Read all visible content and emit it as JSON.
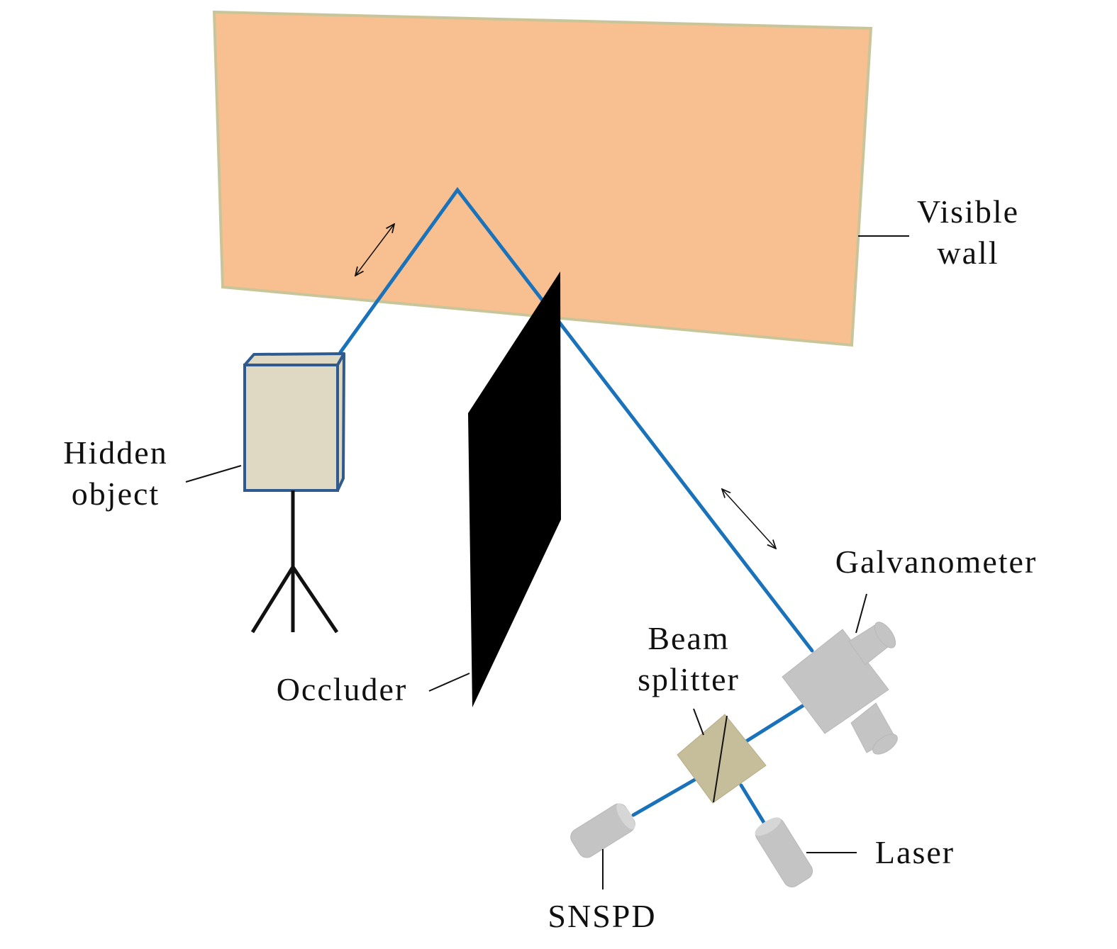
{
  "labels": {
    "visible_wall": [
      "Visible",
      "wall"
    ],
    "hidden_object": [
      "Hidden",
      "object"
    ],
    "occluder": "Occluder",
    "galvanometer": "Galvanometer",
    "beam_splitter": [
      "Beam",
      "splitter"
    ],
    "laser": "Laser",
    "snspd": "SNSPD"
  },
  "colors": {
    "wall": "#f8c090",
    "beam": "#1a72bb",
    "occluder": "#000000",
    "hidden_object": "#dfd9c4",
    "beam_splitter": "#c6be9a",
    "equipment": "#c4c4c4"
  }
}
